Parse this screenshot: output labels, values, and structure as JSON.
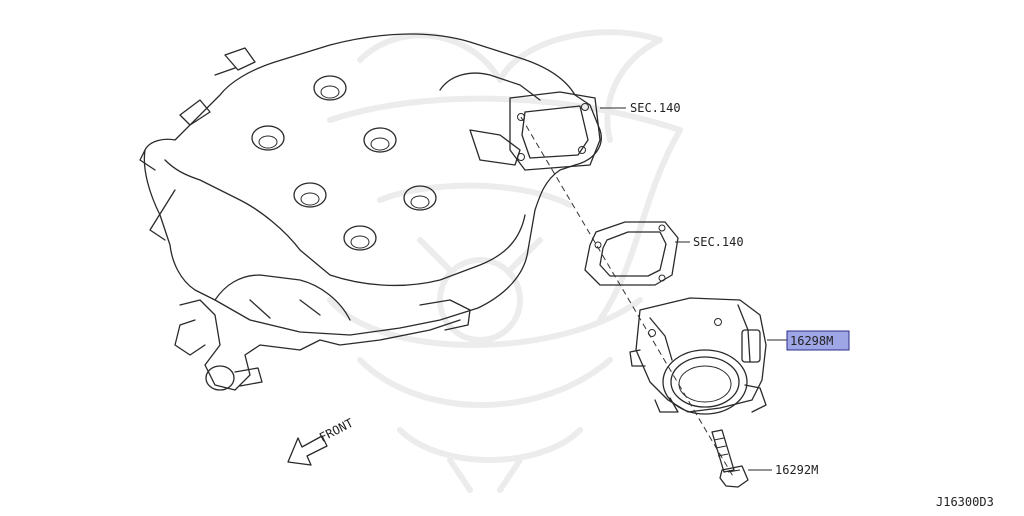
{
  "labels": {
    "sec_upper": "SEC.140",
    "sec_lower": "SEC.140",
    "throttle_body": "16298M",
    "bolt": "16292M",
    "front": "FRONT",
    "diagram_code": "J16300D3"
  },
  "colors": {
    "highlight_fill": "#9fa6e6",
    "highlight_border": "#2b2f8a",
    "line": "#2a2a2a"
  },
  "icons": {
    "front_arrow": "front-arrow-icon",
    "watermark": "samurai-helmet-watermark"
  }
}
